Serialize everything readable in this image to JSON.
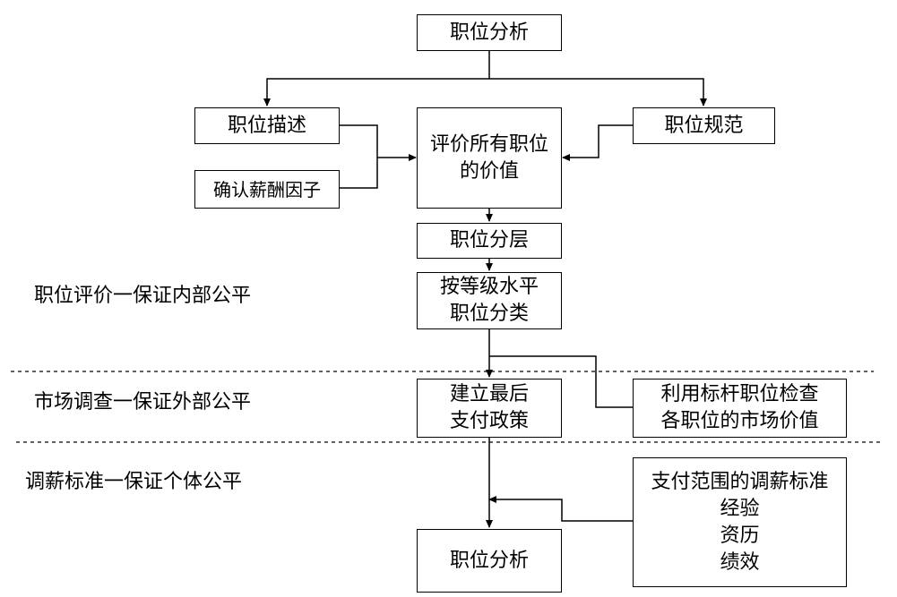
{
  "nodes": {
    "top": [
      "职位分析"
    ],
    "desc": [
      "职位描述"
    ],
    "factor": [
      "确认薪酬因子"
    ],
    "eval": [
      "评价所有职位",
      "的价值"
    ],
    "spec": [
      "职位规范"
    ],
    "layer": [
      "职位分层"
    ],
    "classify": [
      "按等级水平",
      "职位分类"
    ],
    "build": [
      "建立最后",
      "支付政策"
    ],
    "benchmark": [
      "利用标杆职位检查",
      "各职位的市场价值"
    ],
    "range": [
      "支付范围的调薪标准",
      "经验",
      "资历",
      "绩效"
    ],
    "bottom": [
      "职位分析"
    ]
  },
  "labels": {
    "internal": "职位评价一保证内部公平",
    "external": "市场调查一保证外部公平",
    "individual": "调薪标准一保证个体公平"
  }
}
